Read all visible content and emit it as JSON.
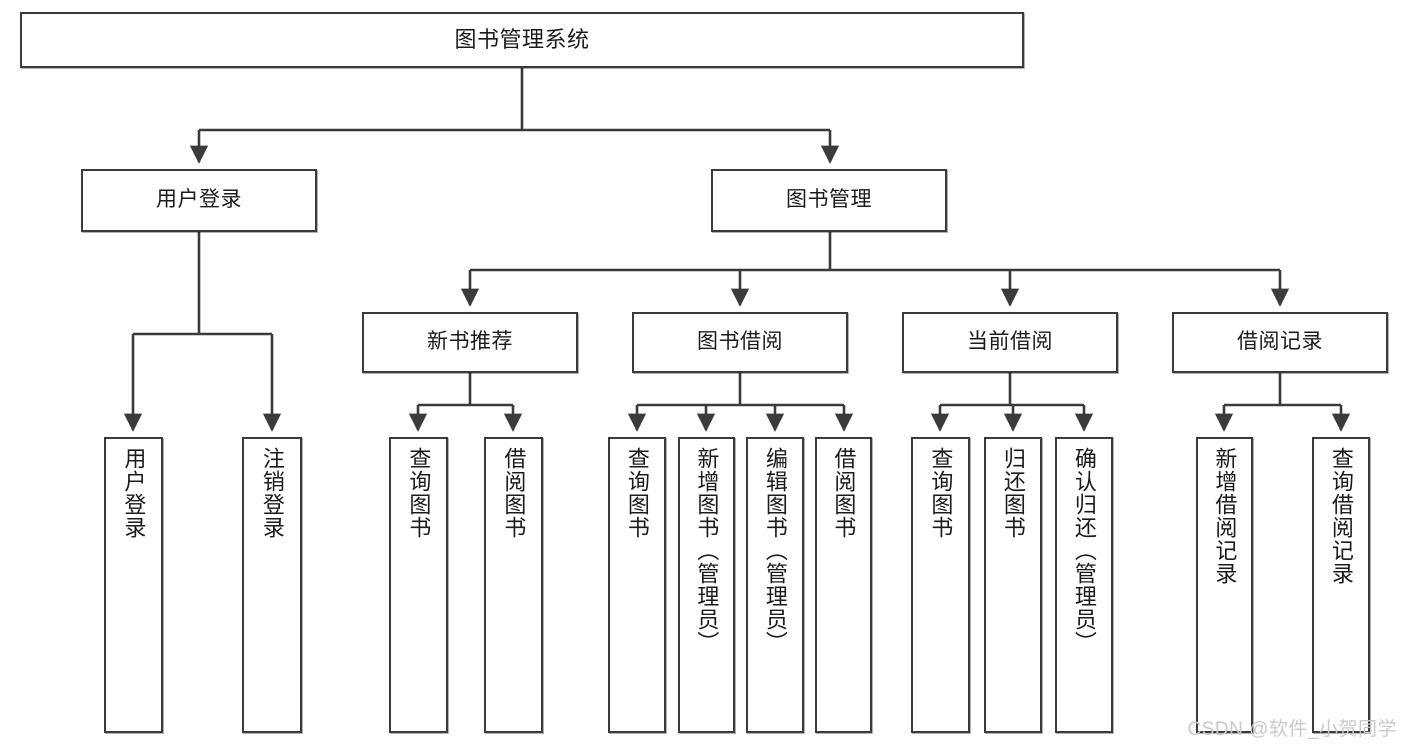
{
  "diagram": {
    "title": "图书管理系统",
    "type": "tree-structure-chart",
    "line_color": "#3b3b3b",
    "box_fill": "#ffffff",
    "text_color": "#1b1b1b"
  },
  "root": {
    "label": "图书管理系统"
  },
  "level2": [
    {
      "label": "用户登录"
    },
    {
      "label": "图书管理"
    }
  ],
  "level3": [
    {
      "label": "新书推荐"
    },
    {
      "label": "图书借阅"
    },
    {
      "label": "当前借阅"
    },
    {
      "label": "借阅记录"
    }
  ],
  "leaves": {
    "user_login": [
      {
        "label": "用户登录"
      },
      {
        "label": "注销登录"
      }
    ],
    "new_book": [
      {
        "label": "查询图书"
      },
      {
        "label": "借阅图书"
      }
    ],
    "book_borrow": [
      {
        "label": "查询图书"
      },
      {
        "label": "新增图书（管理员）"
      },
      {
        "label": "编辑图书（管理员）"
      },
      {
        "label": "借阅图书"
      }
    ],
    "current_borrow": [
      {
        "label": "查询图书"
      },
      {
        "label": "归还图书"
      },
      {
        "label": "确认归还（管理员）"
      }
    ],
    "borrow_record": [
      {
        "label": "新增借阅记录"
      },
      {
        "label": "查询借阅记录"
      }
    ]
  },
  "watermark": {
    "text": "CSDN @软件_小贺同学"
  }
}
